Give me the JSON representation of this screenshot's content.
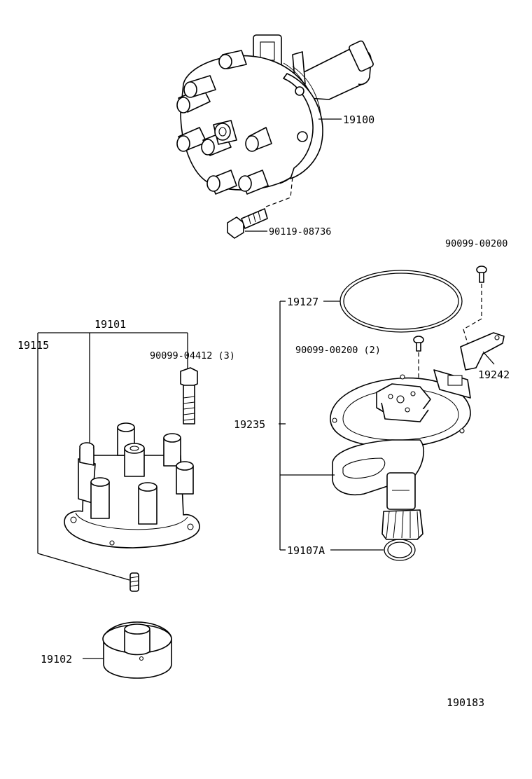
{
  "labels": {
    "p19100": "19100",
    "p90119_08736": "90119-08736",
    "p90099_00200_top": "90099-00200",
    "p19127": "19127",
    "p19101": "19101",
    "p19115": "19115",
    "p90099_04412": "90099-04412 (3)",
    "p90099_00200_2": "90099-00200 (2)",
    "p19242": "19242",
    "p19235": "19235",
    "p19107A": "19107A",
    "p19102": "19102",
    "p190183": "190183"
  }
}
